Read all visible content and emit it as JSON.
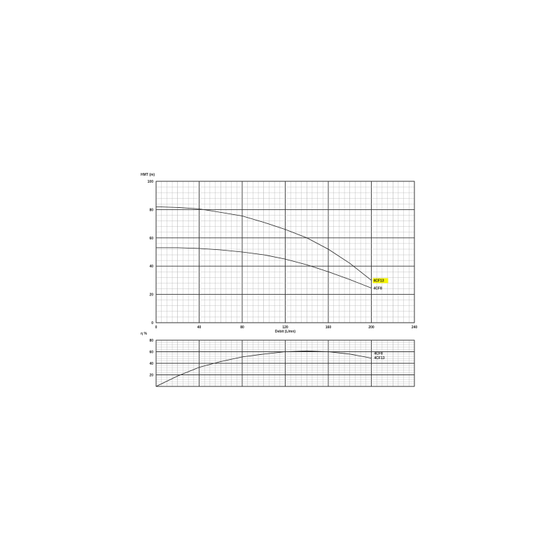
{
  "chart_data": [
    {
      "type": "line",
      "title": "",
      "ylabel": "HMT (m)",
      "xlabel": "Debit (L/mn)",
      "xlim": [
        0,
        240
      ],
      "ylim": [
        0,
        100
      ],
      "xticks": [
        "0",
        "40",
        "80",
        "120",
        "160",
        "200",
        "240"
      ],
      "yticks": [
        "0",
        "20",
        "40",
        "60",
        "80",
        "100"
      ],
      "grid": true,
      "series": [
        {
          "name": "4CF13",
          "highlight": "#f5f500",
          "x": [
            0,
            20,
            40,
            60,
            80,
            100,
            120,
            140,
            160,
            180,
            200
          ],
          "y": [
            82,
            81.5,
            80.5,
            78,
            75.5,
            71,
            66,
            60,
            52,
            42,
            30
          ]
        },
        {
          "name": "4CF8",
          "x": [
            0,
            20,
            40,
            60,
            80,
            100,
            120,
            140,
            160,
            180,
            200
          ],
          "y": [
            53,
            53,
            52.5,
            51.5,
            50,
            48,
            45,
            41,
            36,
            30.5,
            24.5
          ]
        }
      ]
    },
    {
      "type": "line",
      "ylabel": "η %",
      "xlim": [
        0,
        240
      ],
      "ylim": [
        0,
        80
      ],
      "yticks": [
        "20",
        "40",
        "60",
        "80"
      ],
      "grid": true,
      "legend": [
        "4CF8",
        "4CF13"
      ],
      "series": [
        {
          "name": "4CF8 / 4CF13",
          "x": [
            0,
            20,
            40,
            60,
            80,
            100,
            120,
            140,
            160,
            180,
            200
          ],
          "y": [
            0,
            18,
            33,
            43,
            51,
            56,
            60,
            61.5,
            60,
            56,
            49
          ]
        }
      ]
    }
  ]
}
